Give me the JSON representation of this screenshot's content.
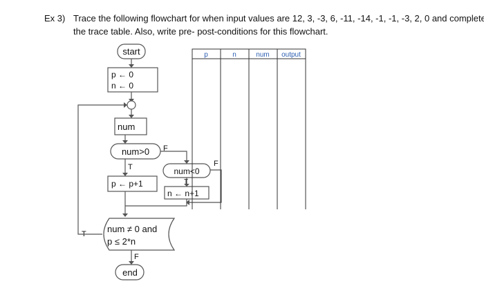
{
  "question": {
    "number": "Ex 3)",
    "line1": "Trace the following flowchart for when input values are 12, 3, -3, 6, -11, -14, -1, -1, -3, 2, 0 and complete",
    "line2": "the trace table. Also, write pre- post-conditions for this flowchart."
  },
  "flowchart": {
    "start": "start",
    "init_p": "p ← 0",
    "init_n": "n ← 0",
    "input": "num",
    "cond1": "num>0",
    "cond1_true": "T",
    "cond1_false": "F",
    "assign_p": "p ← p+1",
    "cond2": "num<0",
    "cond2_true": "T",
    "cond2_false": "F",
    "assign_n": "n ← n+1",
    "loop_cond_line1": "num ≠ 0 and",
    "loop_cond_line2": "p ≤ 2*n",
    "loop_true": "T",
    "loop_false": "F",
    "end": "end"
  },
  "trace_table": {
    "headers": [
      "p",
      "n",
      "num",
      "output"
    ]
  }
}
